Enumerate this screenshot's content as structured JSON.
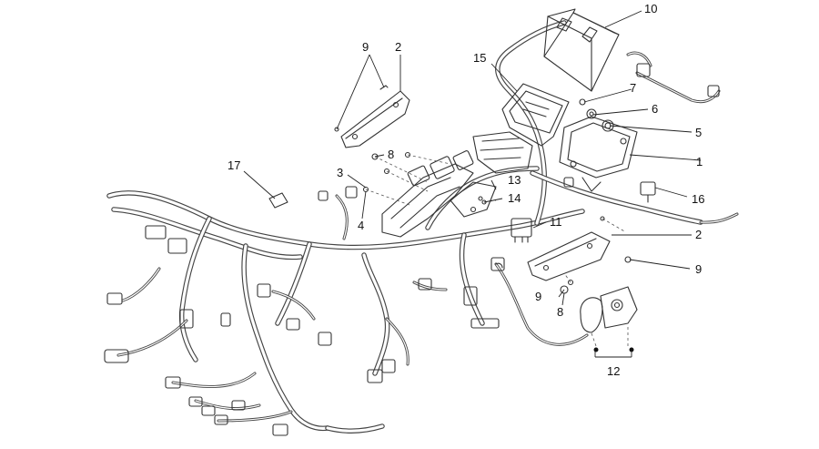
{
  "callouts": [
    {
      "label": "1"
    },
    {
      "label": "2"
    },
    {
      "label": "2"
    },
    {
      "label": "3"
    },
    {
      "label": "4"
    },
    {
      "label": "5"
    },
    {
      "label": "6"
    },
    {
      "label": "7"
    },
    {
      "label": "8"
    },
    {
      "label": "8"
    },
    {
      "label": "9"
    },
    {
      "label": "9"
    },
    {
      "label": "9"
    },
    {
      "label": "10"
    },
    {
      "label": "11"
    },
    {
      "label": "12"
    },
    {
      "label": "13"
    },
    {
      "label": "14"
    },
    {
      "label": "15"
    },
    {
      "label": "16"
    },
    {
      "label": "17"
    }
  ]
}
